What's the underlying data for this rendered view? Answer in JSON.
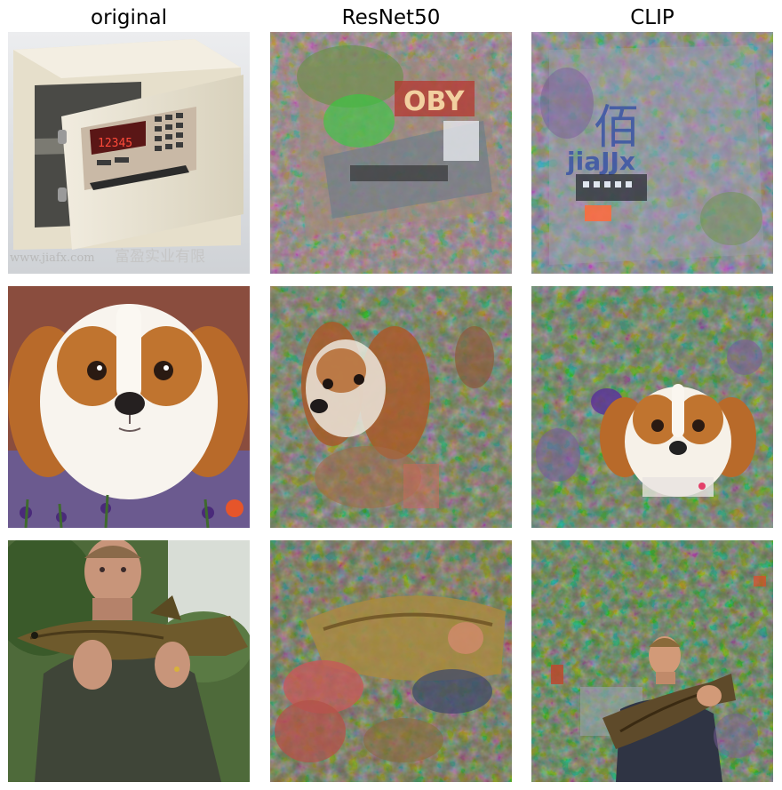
{
  "columns": [
    {
      "title": "original"
    },
    {
      "title": "ResNet50"
    },
    {
      "title": "CLIP"
    }
  ],
  "rows": [
    {
      "subject": "electronic safe",
      "watermark_url": "www.jiafx.com",
      "watermark_cn": "富盈实业有限",
      "keypad_display": "12345"
    },
    {
      "subject": "cavalier spaniel puppy"
    },
    {
      "subject": "man holding fish"
    }
  ],
  "overlay_text": {
    "resnet_safe": "OBY",
    "clip_safe_cn": "佰",
    "clip_safe_latin": "jiaJJx"
  },
  "colors": {
    "safe_body": "#e9e2cf",
    "safe_inner": "#4c4c48",
    "puppy_brown": "#b86a2a",
    "fish_olive": "#6e5a2c",
    "feature_green": "#6f8f4f",
    "feature_purple": "#7a5d9a"
  }
}
